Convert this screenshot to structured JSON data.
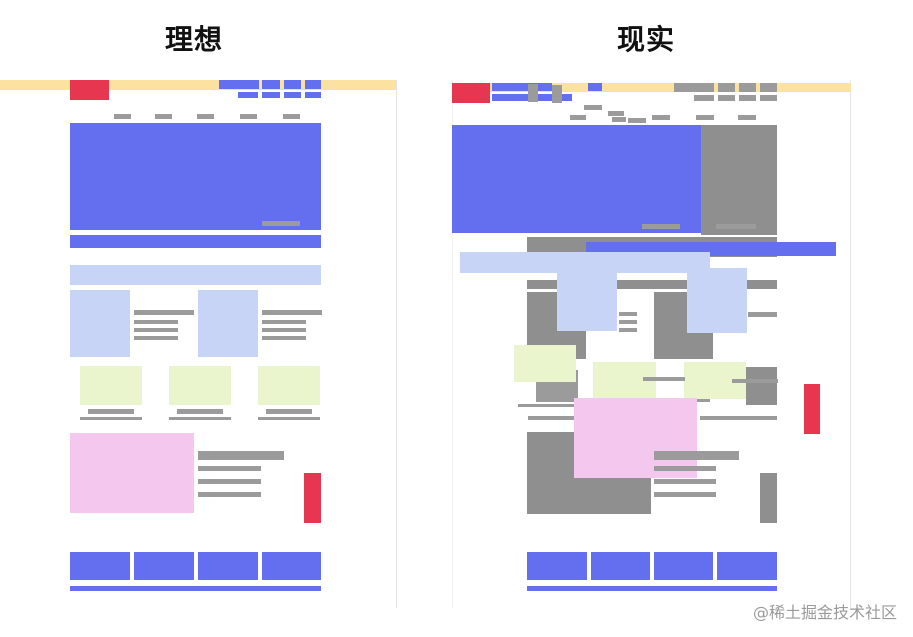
{
  "left_panel": {
    "title": "理想"
  },
  "right_panel": {
    "title": "现实"
  },
  "watermark": "@稀土掘金技术社区",
  "colors": {
    "header_bar": "#fce2a0",
    "logo_block": "#e63650",
    "primary_block": "#646ff0",
    "light_blue_block": "#c7d4f6",
    "light_green_block": "#eaf4cd",
    "pink_block": "#f4c8ee",
    "gray_block": "#9b9b9b"
  }
}
